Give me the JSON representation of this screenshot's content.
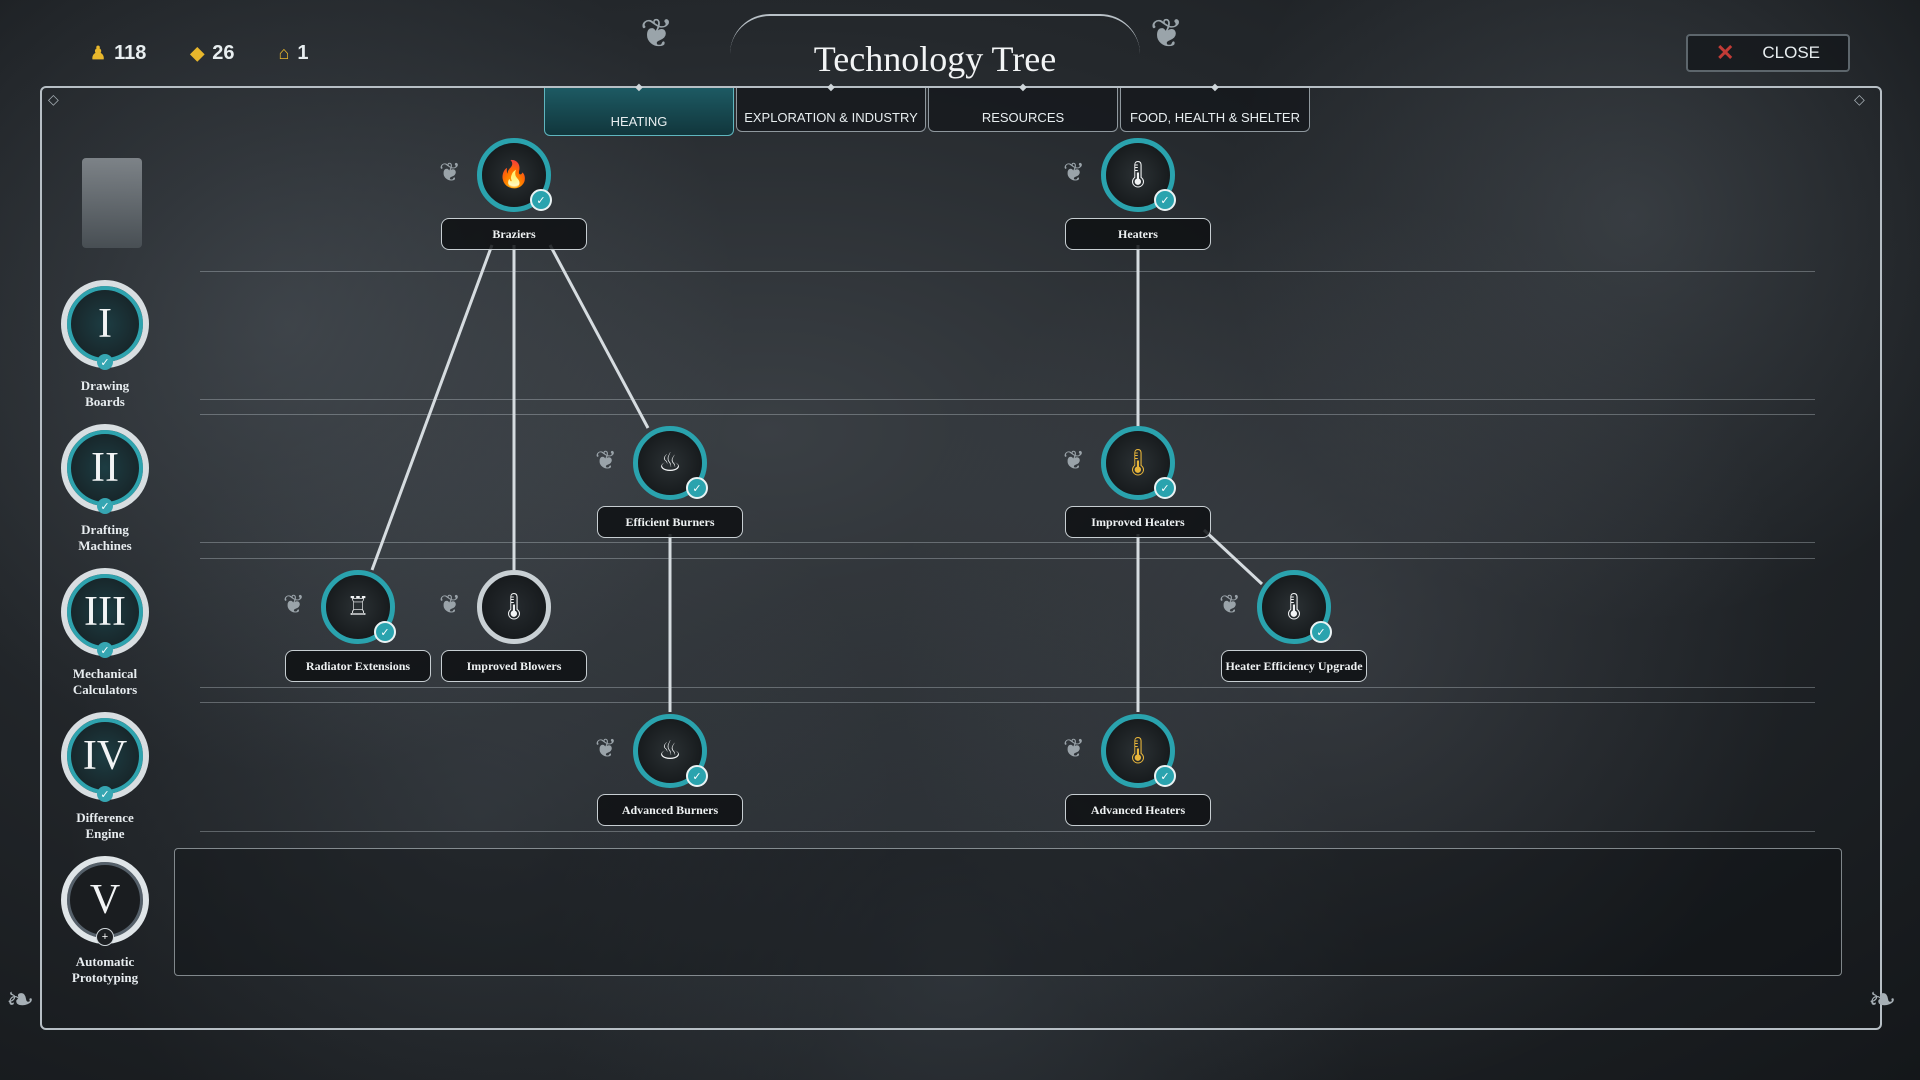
{
  "resources": [
    {
      "icon": "population-icon",
      "glyph": "♟",
      "value": "118"
    },
    {
      "icon": "materials-icon",
      "glyph": "◆",
      "value": "26"
    },
    {
      "icon": "core-icon",
      "glyph": "⌂",
      "value": "1"
    }
  ],
  "title": "Technology Tree",
  "close_label": "CLOSE",
  "tabs": [
    {
      "label": "HEATING",
      "active": true
    },
    {
      "label": "EXPLORATION & INDUSTRY",
      "active": false
    },
    {
      "label": "RESOURCES",
      "active": false
    },
    {
      "label": "FOOD, HEALTH & SHELTER",
      "active": false
    }
  ],
  "eras": [
    {
      "numeral": "I",
      "label_line1": "Drawing",
      "label_line2": "Boards",
      "status": "researched"
    },
    {
      "numeral": "II",
      "label_line1": "Drafting",
      "label_line2": "Machines",
      "status": "researched"
    },
    {
      "numeral": "III",
      "label_line1": "Mechanical",
      "label_line2": "Calculators",
      "status": "researched"
    },
    {
      "numeral": "IV",
      "label_line1": "Difference",
      "label_line2": "Engine",
      "status": "researched"
    },
    {
      "numeral": "V",
      "label_line1": "Automatic",
      "label_line2": "Prototyping",
      "status": "available"
    }
  ],
  "nodes": {
    "braziers": {
      "label": "Braziers",
      "icon": "brazier-icon",
      "glyph": "🔥",
      "status": "researched"
    },
    "heaters": {
      "label": "Heaters",
      "icon": "thermometer-icon",
      "glyph": "🌡",
      "status": "researched"
    },
    "efficient_burners": {
      "label": "Efficient Burners",
      "icon": "burner-icon",
      "glyph": "♨",
      "status": "researched"
    },
    "improved_heaters": {
      "label": "Improved Heaters",
      "icon": "thermometer-up-icon",
      "glyph": "🌡",
      "status": "researched"
    },
    "radiator_extensions": {
      "label": "Radiator Extensions",
      "icon": "radiator-icon",
      "glyph": "♖",
      "status": "researched"
    },
    "improved_blowers": {
      "label": "Improved Blowers",
      "icon": "thermometer-plus-icon",
      "glyph": "🌡",
      "status": "locked"
    },
    "heater_efficiency_upgrade": {
      "label": "Heater Efficiency Upgrade",
      "icon": "thermometer-gauge-icon",
      "glyph": "🌡",
      "status": "researched"
    },
    "advanced_burners": {
      "label": "Advanced Burners",
      "icon": "burner-advanced-icon",
      "glyph": "♨",
      "status": "researched"
    },
    "advanced_heaters": {
      "label": "Advanced Heaters",
      "icon": "thermometer-advanced-icon",
      "glyph": "🌡",
      "status": "researched"
    }
  },
  "colors": {
    "accent": "#2aa3ae",
    "warning": "#e9b63a",
    "close": "#c23b36"
  }
}
